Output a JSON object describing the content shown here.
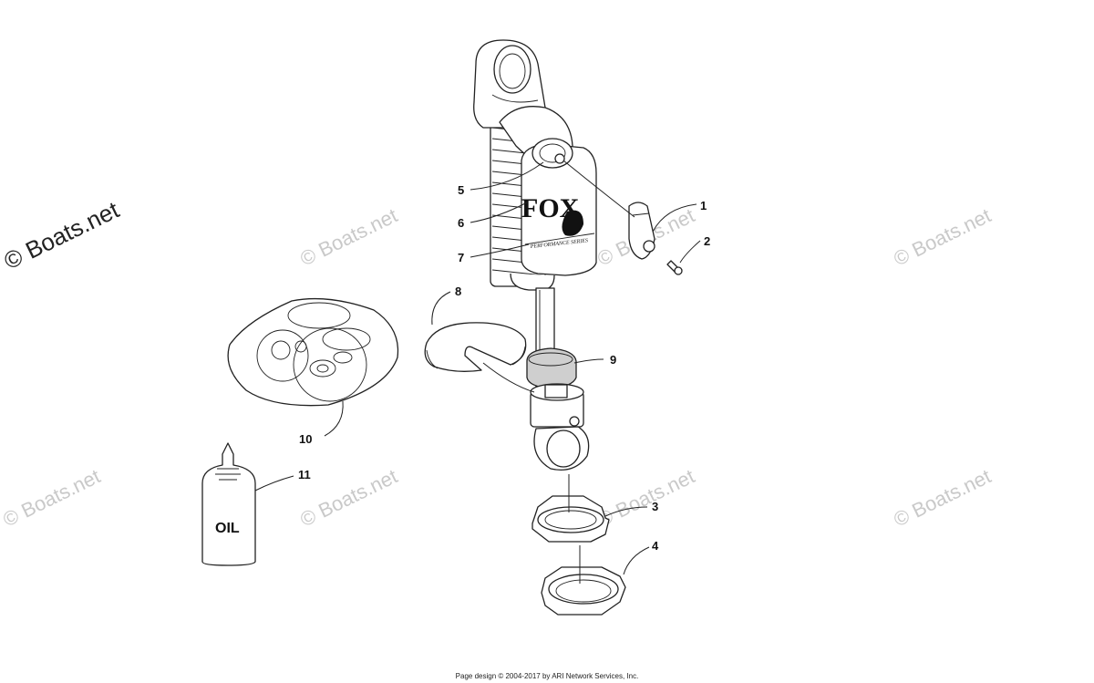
{
  "watermark": "© Boats.net",
  "callouts": [
    "1",
    "2",
    "3",
    "4",
    "5",
    "6",
    "7",
    "8",
    "9",
    "10",
    "11"
  ],
  "oil_label": "OIL",
  "brand_text": "FOX",
  "brand_tagline": "PERFORMANCE SERIES",
  "footer": "Page design © 2004-2017 by ARI Network Services, Inc."
}
